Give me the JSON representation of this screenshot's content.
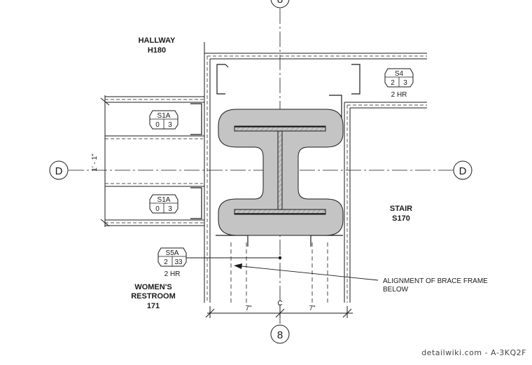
{
  "rooms": {
    "hallway": {
      "name": "HALLWAY",
      "number": "H180"
    },
    "stair": {
      "name": "STAIR",
      "number": "S170"
    },
    "womens": {
      "line1": "WOMEN'S",
      "line2": "RESTROOM",
      "number": "171"
    }
  },
  "grid": {
    "column": "8",
    "row": "D"
  },
  "wall_tags": [
    {
      "type": "S4",
      "left": "2",
      "right": "3",
      "rating": "2 HR"
    },
    {
      "type": "S1A",
      "left": "0",
      "right": "3"
    },
    {
      "type": "S1A",
      "left": "0",
      "right": "3"
    },
    {
      "type": "S5A",
      "left": "2",
      "right": "33",
      "rating": "2 HR"
    }
  ],
  "dimensions": {
    "vertical": "1' - 1\"",
    "left_offset": "7\"",
    "right_offset": "7\"",
    "centerline_symbol": "C"
  },
  "note": {
    "line1": "ALIGNMENT OF BRACE FRAME",
    "line2": "BELOW"
  },
  "watermark": "detailwiki.com - A-3KQ2F",
  "colors": {
    "linework": "#1a1a1a",
    "fireproofing": "#c4c4c4",
    "hatch": "#7a7a7a"
  }
}
